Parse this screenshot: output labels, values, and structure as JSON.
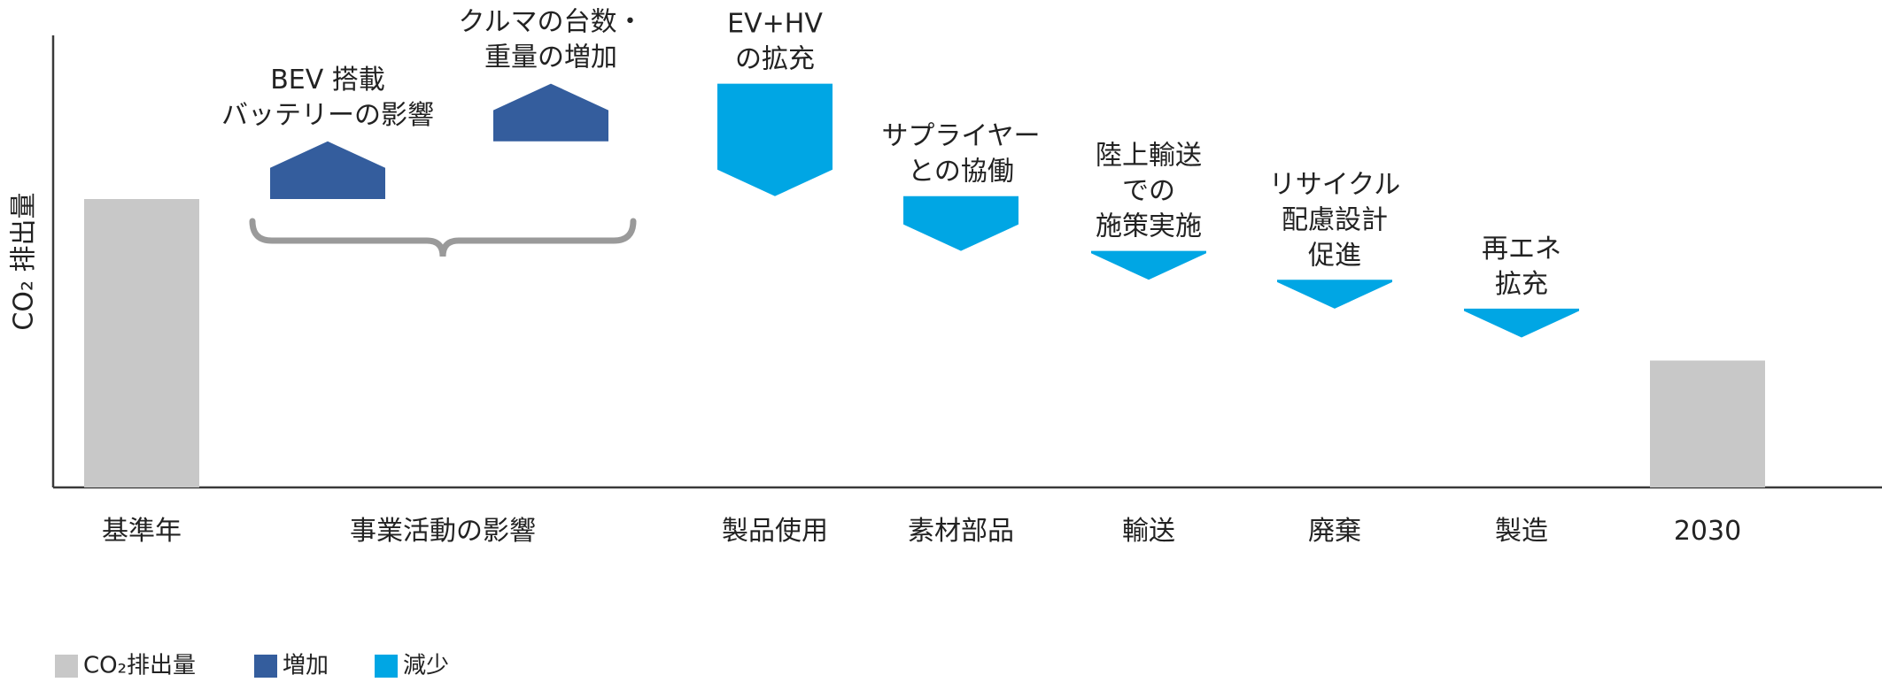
{
  "chart_data": {
    "type": "bar",
    "subtype": "waterfall",
    "title": "",
    "xlabel": "",
    "ylabel": "CO₂ 排出量",
    "grid": false,
    "legend_position": "bottom-left",
    "colors": {
      "total": "#c8c8c8",
      "increase": "#345d9d",
      "decrease": "#00a6e4",
      "axis": "#3a3a3a",
      "brace": "#9a9a9a"
    },
    "categories": [
      "基準年",
      "事業活動の影響",
      "製品使用",
      "素材部品",
      "輸送",
      "廃棄",
      "製造",
      "2030"
    ],
    "steps": [
      {
        "category": "基準年",
        "kind": "total",
        "value": 100
      },
      {
        "category": "事業活動の影響",
        "kind": "increase",
        "value": 20,
        "note": "BEV 搭載\nバッテリーの影響"
      },
      {
        "category": "事業活動の影響",
        "kind": "increase",
        "value": 20,
        "note": "クルマの台数・\n重量の増加"
      },
      {
        "category": "製品使用",
        "kind": "decrease",
        "value": -39,
        "note": "EV+HV\nの拡充"
      },
      {
        "category": "素材部品",
        "kind": "decrease",
        "value": -19,
        "note": "サプライヤー\nとの協働"
      },
      {
        "category": "輸送",
        "kind": "decrease",
        "value": -10,
        "note": "陸上輸送\nでの\n施策実施"
      },
      {
        "category": "廃棄",
        "kind": "decrease",
        "value": -10,
        "note": "リサイクル\n配慮設計\n促進"
      },
      {
        "category": "製造",
        "kind": "decrease",
        "value": -10,
        "note": "再エネ\n拡充"
      },
      {
        "category": "2030",
        "kind": "total",
        "value": 44
      }
    ],
    "legend": [
      {
        "key": "total",
        "label": "CO₂排出量"
      },
      {
        "key": "increase",
        "label": "増加"
      },
      {
        "key": "decrease",
        "label": "減少"
      }
    ]
  }
}
